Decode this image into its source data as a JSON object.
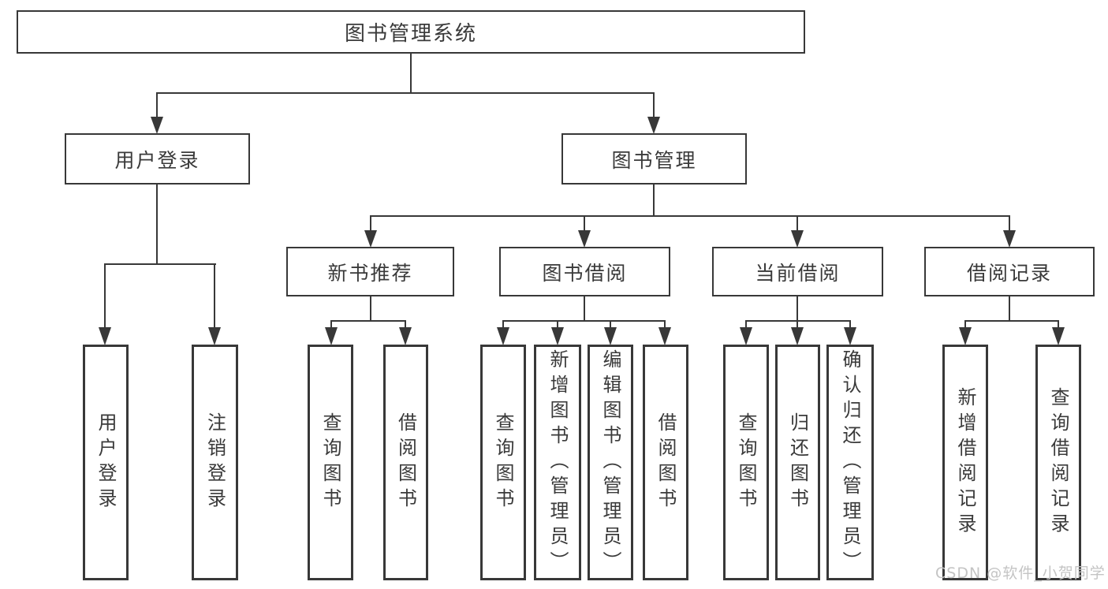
{
  "diagram": {
    "title": "图书管理系统",
    "level2": [
      "用户登录",
      "图书管理"
    ],
    "level3": [
      "新书推荐",
      "图书借阅",
      "当前借阅",
      "借阅记录"
    ],
    "leaves": {
      "user_login": [
        "用户登录",
        "注销登录"
      ],
      "new_book_recommend": [
        "查询图书",
        "借阅图书"
      ],
      "book_borrow": [
        "查询图书",
        "新增图书（管理员）",
        "编辑图书（管理员）",
        "借阅图书"
      ],
      "current_borrow": [
        "查询图书",
        "归还图书",
        "确认归还（管理员）"
      ],
      "borrow_record": [
        "新增借阅记录",
        "查询借阅记录"
      ]
    },
    "colors": {
      "line": "#383838",
      "text": "#3a3a3a",
      "background": "#ffffff",
      "watermark": "#c4c4c4"
    },
    "watermark": "CSDN @软件_小贺同学"
  }
}
